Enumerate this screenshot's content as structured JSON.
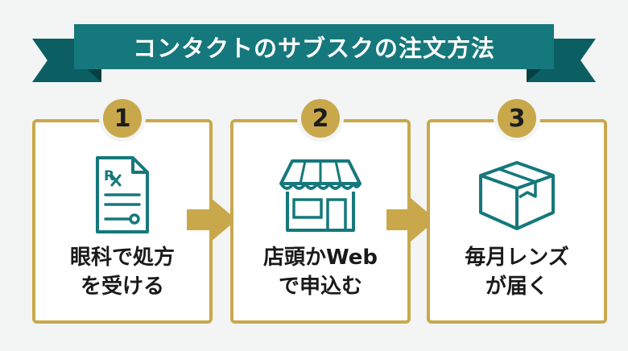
{
  "title": "コンタクトのサブスクの注文方法",
  "colors": {
    "teal": "#15787c",
    "teal_dark": "#0b5f63",
    "gold": "#c9a84c"
  },
  "steps": [
    {
      "number": "1",
      "line1": "眼科で処方",
      "line2": "を受ける",
      "icon": "prescription-document-icon"
    },
    {
      "number": "2",
      "line1": "店頭かWeb",
      "line2": "で申込む",
      "icon": "storefront-icon"
    },
    {
      "number": "3",
      "line1": "毎月レンズ",
      "line2": "が届く",
      "icon": "delivery-box-icon"
    }
  ]
}
